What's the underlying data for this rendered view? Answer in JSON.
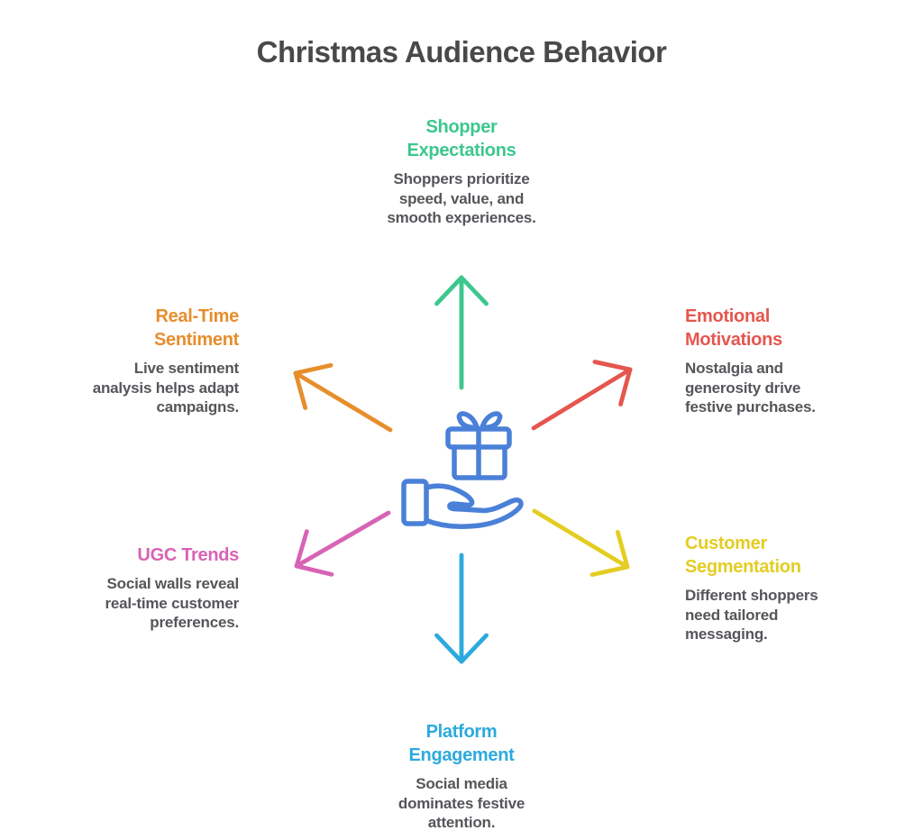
{
  "title": "Christmas Audience Behavior",
  "text_colors": {
    "title": "#48494b",
    "body": "#54565a"
  },
  "center": {
    "icon": "hand-holding-gift-icon",
    "color": "#4a80d8"
  },
  "sections": {
    "shopper_expectations": {
      "label": "Shopper\nExpectations",
      "description": "Shoppers prioritize\nspeed, value, and\nsmooth experiences.",
      "color": "#3cc78e"
    },
    "real_time_sentiment": {
      "label": "Real-Time\nSentiment",
      "description": "Live sentiment\nanalysis helps adapt\ncampaigns.",
      "color": "#e78e2c"
    },
    "emotional_motivations": {
      "label": "Emotional\nMotivations",
      "description": "Nostalgia and\ngenerosity drive\nfestive purchases.",
      "color": "#e5564f"
    },
    "ugc_trends": {
      "label": "UGC Trends",
      "description": "Social walls reveal\nreal-time customer\npreferences.",
      "color": "#d863b4"
    },
    "customer_segmentation": {
      "label": "Customer\nSegmentation",
      "description": "Different shoppers\nneed tailored\nmessaging.",
      "color": "#e3cd22"
    },
    "platform_engagement": {
      "label": "Platform\nEngagement",
      "description": "Social media\ndominates festive\nattention.",
      "color": "#2caade"
    }
  }
}
